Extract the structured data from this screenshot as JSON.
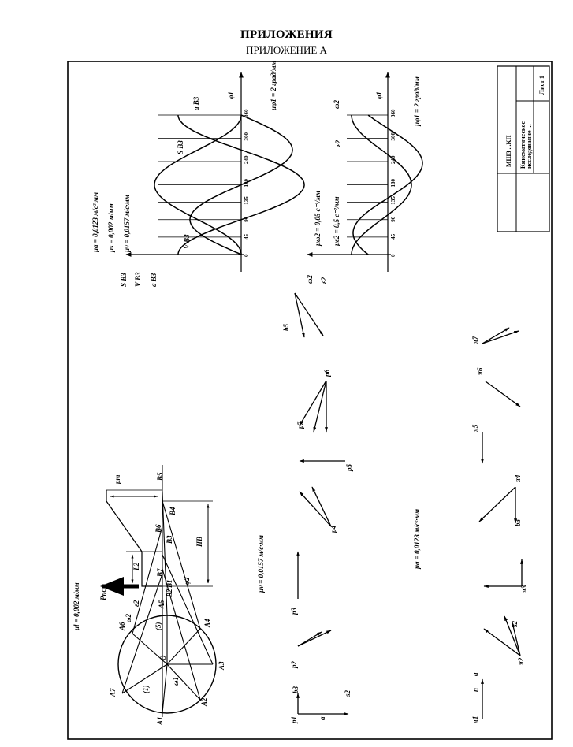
{
  "header": {
    "title": "ПРИЛОЖЕНИЯ",
    "subtitle": "ПРИЛОЖЕНИЕ А"
  },
  "title_block": {
    "code": "МШЗ ...КП",
    "description_line1": "Кинематическое",
    "description_line2": "исследование ...",
    "sheet": "Лист 1"
  },
  "chart1": {
    "axis_phi": "φ1",
    "scale_phi": "μφ1 = 2 град/мм",
    "ticks": [
      "0",
      "45",
      "90",
      "135",
      "180",
      "240",
      "300",
      "360"
    ],
    "scale_a": "μa = 0,0123 м/с²·мм",
    "scale_s": "μs = 0,002 м/мм",
    "scale_v": "μv = 0,0157 м/с·мм",
    "axis_labels": [
      "S B3",
      "V B3",
      "a B3"
    ],
    "curve_s": "S B3",
    "curve_a": "a B3",
    "curve_v": "V B3"
  },
  "chart2": {
    "axis_phi": "φ1",
    "scale_phi": "μφ1 = 2 град/мм",
    "ticks": [
      "0",
      "45",
      "90",
      "135",
      "180",
      "240",
      "300",
      "360"
    ],
    "scale_omega": "μω2 = 0,05 с⁻¹/мм",
    "scale_eps": "με2 = 0,5 с⁻²/мм",
    "axis_labels": [
      "ω2",
      "ε2"
    ],
    "curve_omega": "ω2",
    "curve_eps": "ε2"
  },
  "mechanism": {
    "scale_l": "μl = 0,002 м/мм",
    "force": "Pпс",
    "pm": "pm",
    "L2": "L2",
    "HB": "HB",
    "center": "O",
    "omega1": "ω1",
    "points_A": [
      "A1",
      "A2",
      "A3",
      "A4",
      "A5",
      "A6",
      "A7"
    ],
    "points_B": [
      "B1",
      "B2",
      "B3",
      "B4",
      "B5",
      "B6",
      "B7"
    ],
    "angle_labels": [
      "ω2",
      "ε2",
      "φ2",
      "(1)",
      "(5)"
    ]
  },
  "velocity_plans": {
    "scale": "μv = 0,0157 м/с·мм",
    "labels": [
      "p1",
      "b3",
      "s2",
      "a",
      "p2",
      "p3",
      "p4",
      "p5",
      "p6",
      "p7",
      "b5"
    ]
  },
  "acceleration_plans": {
    "scale": "μa = 0,0123 м/с²·мм",
    "labels": [
      "π1",
      "π2",
      "π3",
      "π4",
      "π5",
      "π6",
      "π7",
      "n",
      "a",
      "b3",
      "s2"
    ]
  }
}
